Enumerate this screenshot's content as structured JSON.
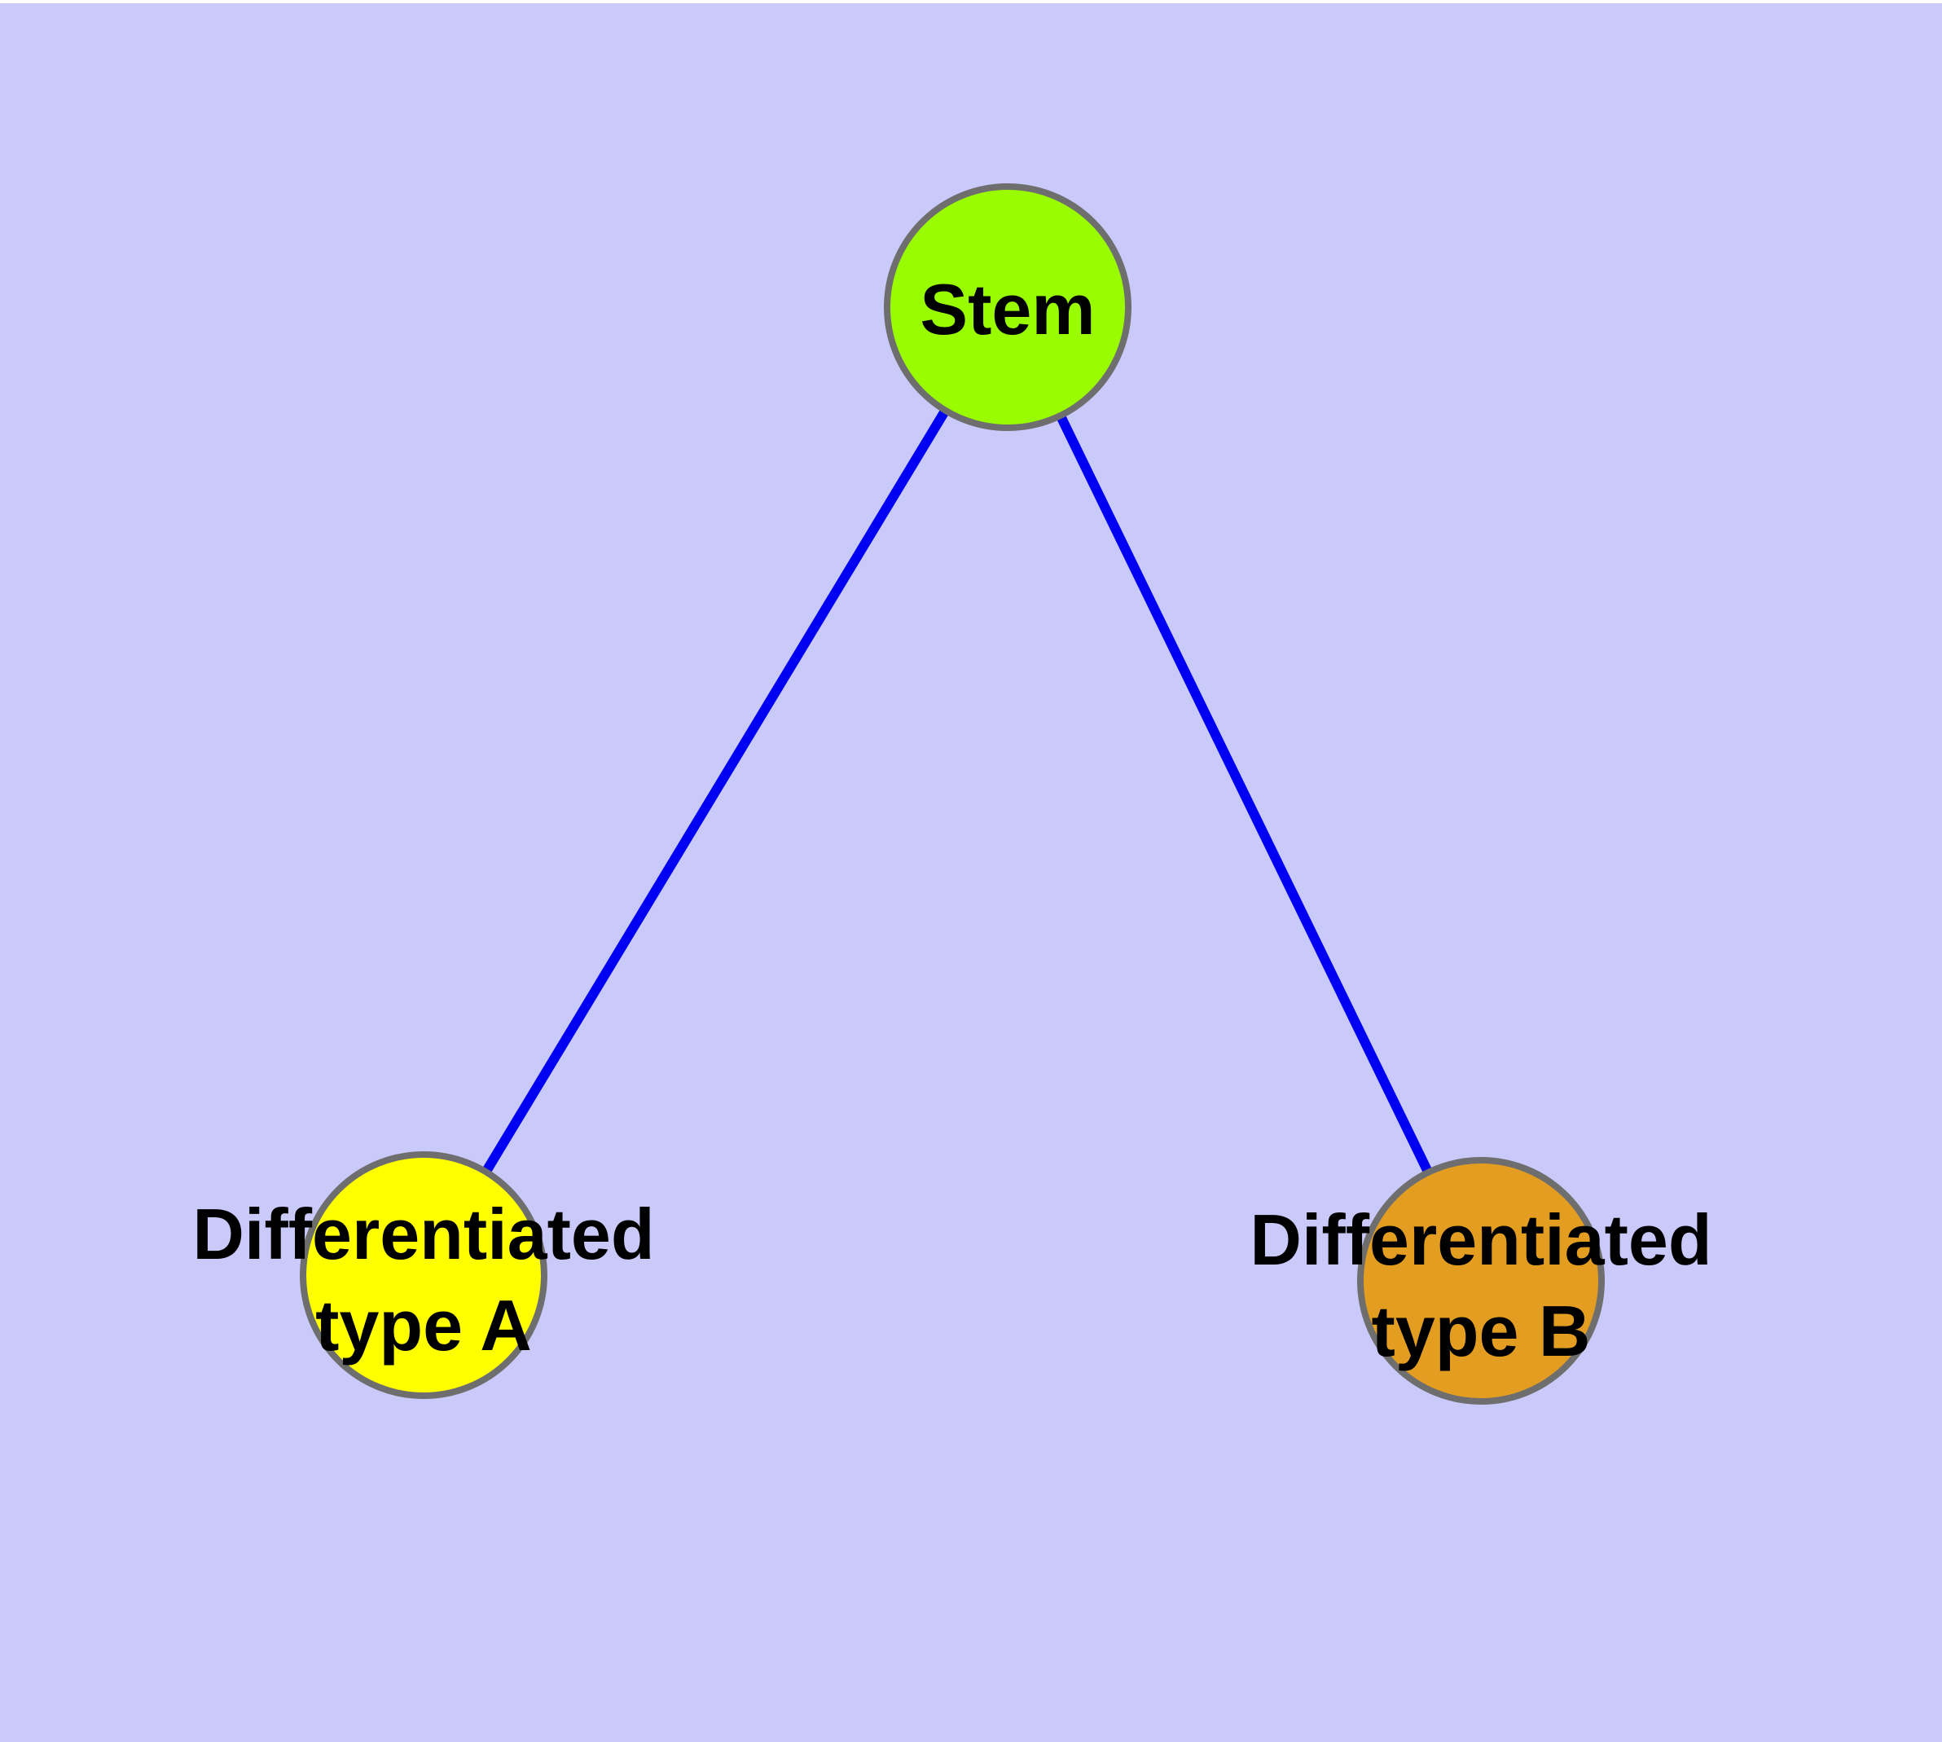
{
  "diagram": {
    "type": "graph",
    "description": "Stem cell differentiation graph with one root node and two child nodes connected by edges",
    "background_color": "#c9c9fa",
    "top_strip_color": "#ffffff",
    "edge_color": "#0000f2",
    "node_border_color": "#6e6e6e",
    "label_color": "#000000",
    "nodes": {
      "stem": {
        "label": "Stem",
        "fill": "#9afc00"
      },
      "type_a": {
        "label": "Differentiated type A",
        "label_line1": "Differentiated",
        "label_line2": "type A",
        "fill": "#ffff00"
      },
      "type_b": {
        "label": "Differentiated type B",
        "label_line1": "Differentiated",
        "label_line2": "type B",
        "fill": "#e39e21"
      }
    },
    "edges": [
      {
        "from": "Stem",
        "to": "Differentiated type A"
      },
      {
        "from": "Stem",
        "to": "Differentiated type B"
      }
    ]
  }
}
